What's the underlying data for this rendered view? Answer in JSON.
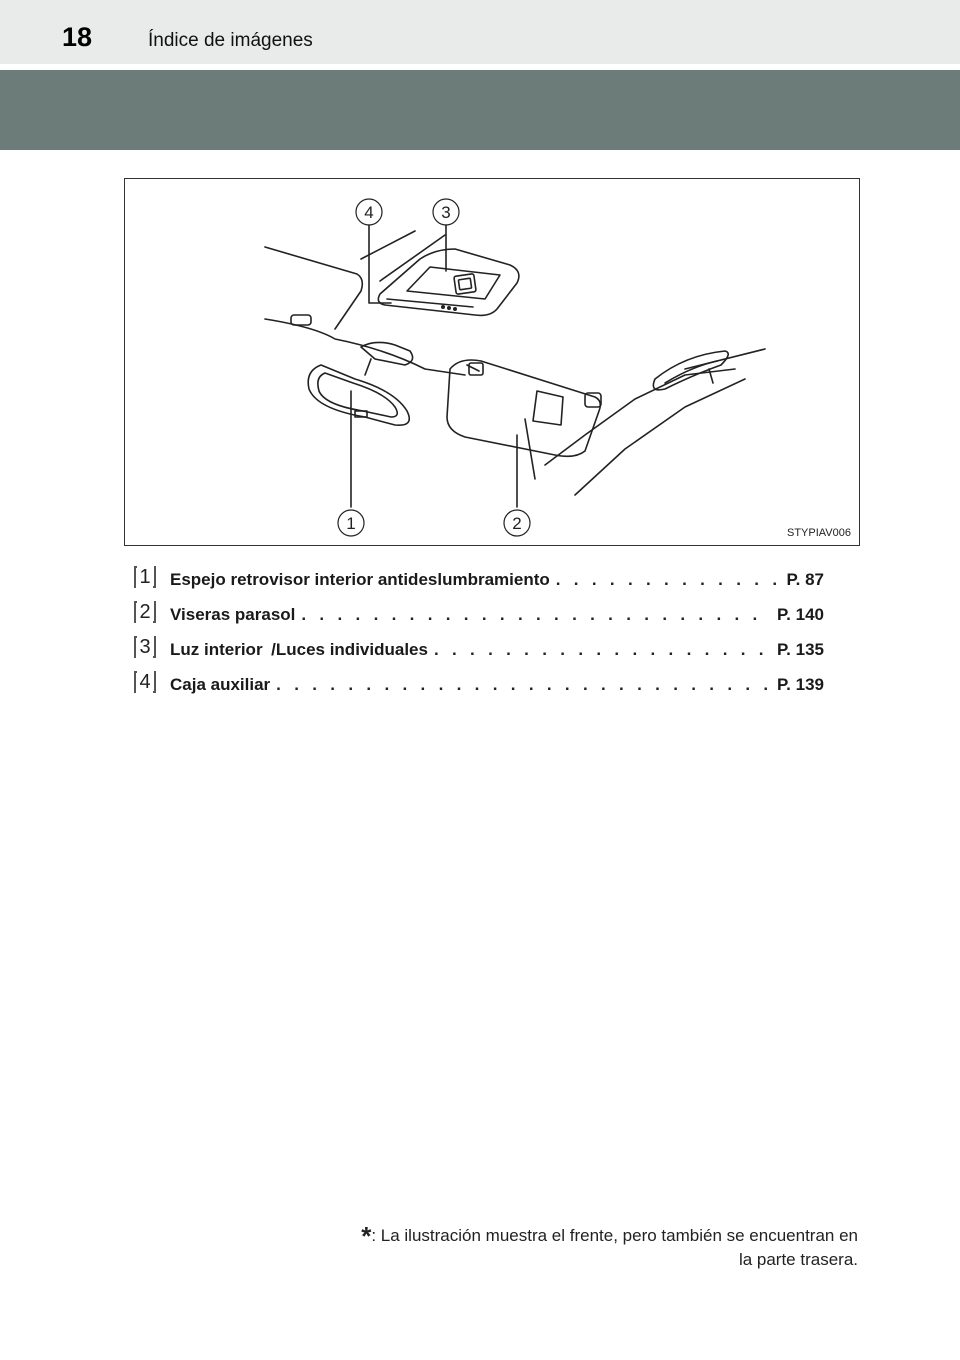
{
  "header": {
    "page_number": "18",
    "section_title": "Índice de imágenes"
  },
  "figure": {
    "code": "STYPIAV006",
    "callouts": [
      "1",
      "2",
      "3",
      "4"
    ]
  },
  "legend": {
    "items": [
      {
        "number": "1",
        "label": "Espejo retrovisor interior antideslumbramiento",
        "asterisk": "",
        "label_after": "",
        "reference": "P. 87"
      },
      {
        "number": "2",
        "label": "Viseras parasol",
        "asterisk": "",
        "label_after": "",
        "reference": "P. 140"
      },
      {
        "number": "3",
        "label": "Luz interior",
        "asterisk": "*",
        "label_after": "/Luces individuales",
        "reference": "P. 135"
      },
      {
        "number": "4",
        "label": "Caja auxiliar",
        "asterisk": "",
        "label_after": "",
        "reference": "P. 139"
      }
    ]
  },
  "footnote": {
    "star": "*",
    "line1": ": La ilustración muestra el frente, pero también se encuentran en",
    "line2": "la parte trasera."
  }
}
